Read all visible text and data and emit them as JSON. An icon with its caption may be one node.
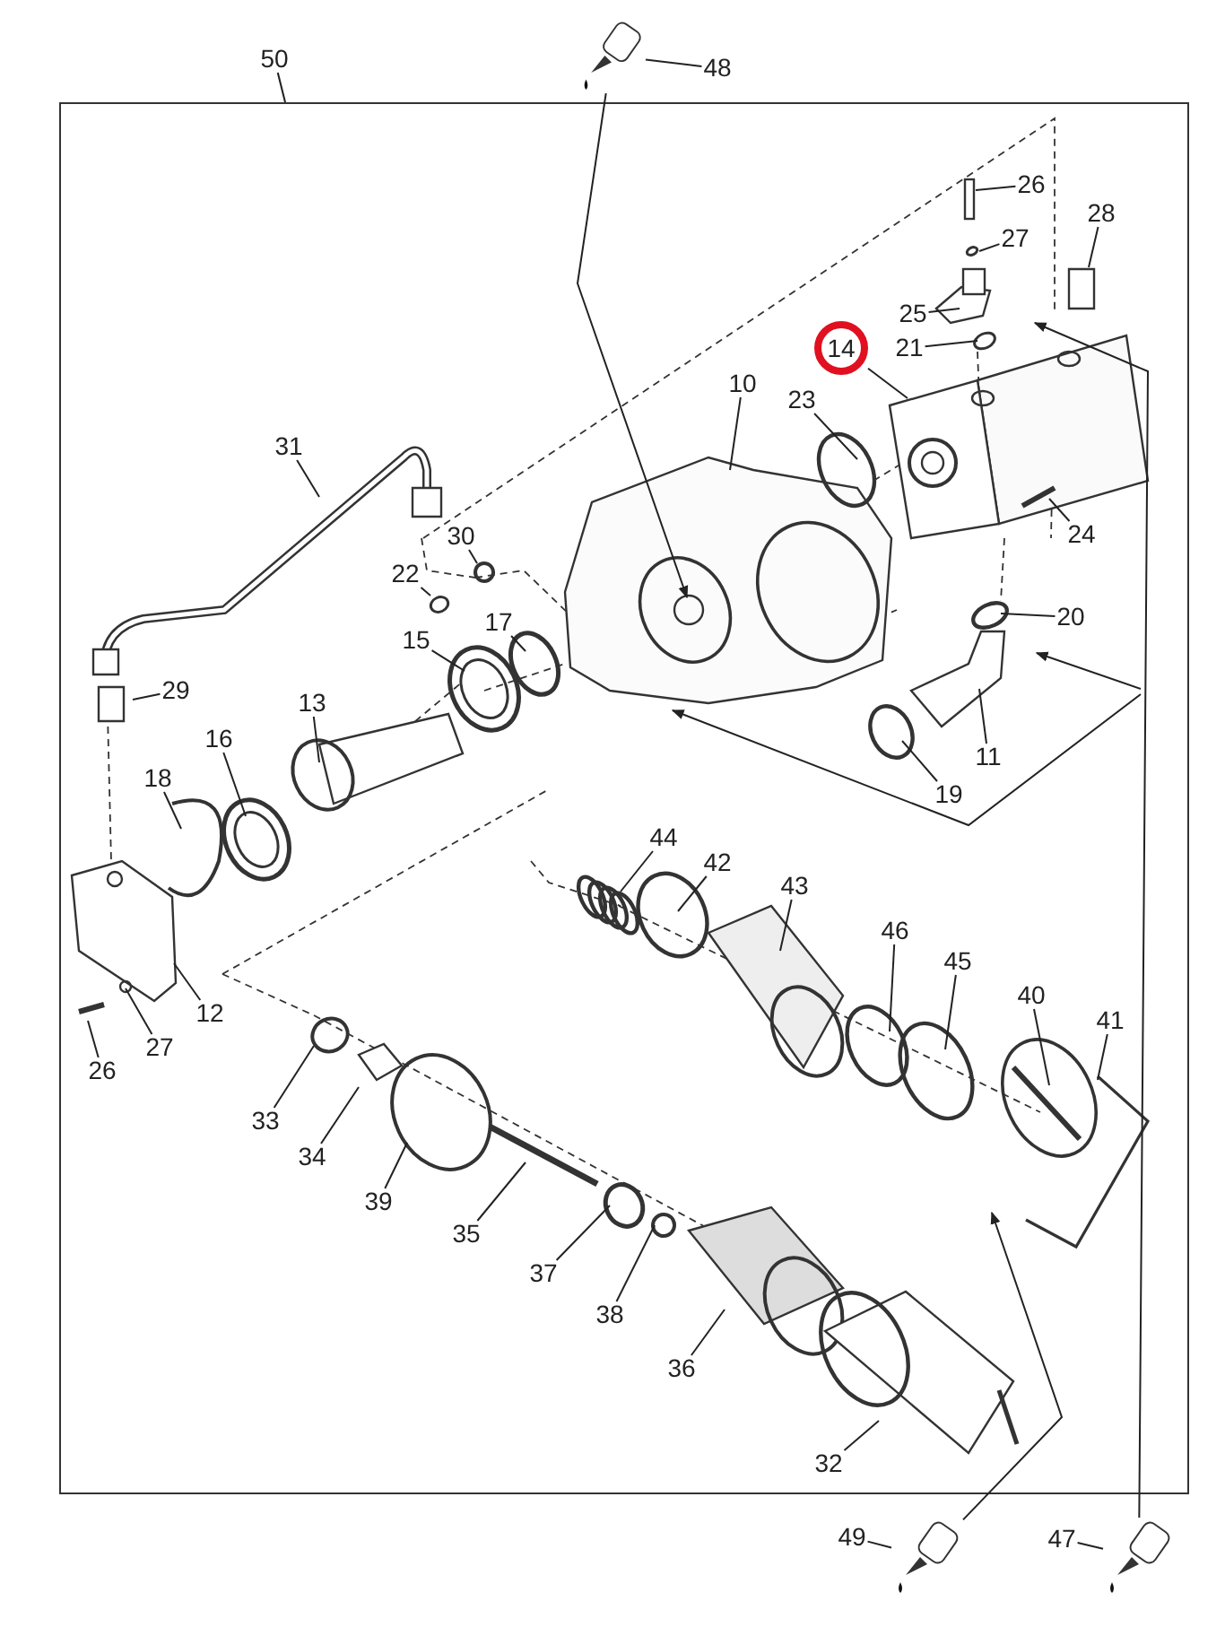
{
  "diagram": {
    "nodes": [
      {
        "text": [
          "50"
        ]
      },
      {
        "text": [],
        "shape": "box"
      },
      {
        "text": [
          "48"
        ]
      },
      {
        "text": [],
        "shape": "picture"
      },
      {
        "text": [
          "26"
        ],
        "in": 1
      },
      {
        "text": [
          "27"
        ],
        "in": 1
      },
      {
        "text": [
          "28"
        ],
        "in": 1
      },
      {
        "text": [
          "25"
        ],
        "in": 1
      },
      {
        "text": [
          "21"
        ],
        "in": 1
      },
      {
        "text": [
          "14"
        ],
        "in": 1
      },
      {
        "text": [
          "10"
        ],
        "in": 1
      },
      {
        "text": [
          "23"
        ],
        "in": 1
      },
      {
        "text": [
          "31"
        ],
        "in": 1
      },
      {
        "text": [
          "30"
        ],
        "in": 1
      },
      {
        "text": [
          "22"
        ],
        "in": 1
      },
      {
        "text": [
          "17"
        ],
        "in": 1
      },
      {
        "text": [
          "15"
        ],
        "in": 1
      },
      {
        "text": [
          "13"
        ],
        "in": 1
      },
      {
        "text": [
          "16"
        ],
        "in": 1
      },
      {
        "text": [
          "18"
        ],
        "in": 1
      },
      {
        "text": [
          "29"
        ],
        "in": 1
      },
      {
        "text": [
          "24"
        ],
        "in": 1
      },
      {
        "text": [
          "20"
        ],
        "in": 1
      },
      {
        "text": [
          "11"
        ],
        "in": 1
      },
      {
        "text": [
          "19"
        ],
        "in": 1
      },
      {
        "text": [
          "12"
        ],
        "in": 1
      },
      {
        "text": [
          "26"
        ],
        "in": 1
      },
      {
        "text": [
          "27"
        ],
        "in": 1
      },
      {
        "text": [
          "44"
        ],
        "in": 1
      },
      {
        "text": [
          "42"
        ],
        "in": 1
      },
      {
        "text": [
          "43"
        ],
        "in": 1
      },
      {
        "text": [
          "46"
        ],
        "in": 1
      },
      {
        "text": [
          "45"
        ],
        "in": 1
      },
      {
        "text": [
          "40"
        ],
        "in": 1
      },
      {
        "text": [
          "41"
        ],
        "in": 1
      },
      {
        "text": [
          "33"
        ],
        "in": 1
      },
      {
        "text": [
          "34"
        ],
        "in": 1
      },
      {
        "text": [
          "39"
        ],
        "in": 1
      },
      {
        "text": [
          "35"
        ],
        "in": 1
      },
      {
        "text": [
          "37"
        ],
        "in": 1
      },
      {
        "text": [
          "38"
        ],
        "in": 1
      },
      {
        "text": [
          "36"
        ],
        "in": 1
      },
      {
        "text": [
          "32"
        ],
        "in": 1
      },
      {
        "text": [
          "49"
        ]
      },
      {
        "text": [],
        "shape": "picture"
      },
      {
        "text": [
          "47"
        ]
      },
      {
        "text": [],
        "shape": "picture"
      }
    ],
    "edges": [
      {
        "from": 0,
        "to": 1,
        "arrow": "none"
      },
      {
        "from": 2,
        "to": 3,
        "arrow": "none"
      },
      {
        "from": 3,
        "to": null,
        "arrow": "to"
      },
      {
        "from": 4,
        "to": null,
        "arrow": "none"
      },
      {
        "from": 5,
        "to": null,
        "arrow": "none"
      },
      {
        "from": 6,
        "to": null,
        "arrow": "none"
      },
      {
        "from": 7,
        "to": null,
        "arrow": "none"
      },
      {
        "from": 8,
        "to": null,
        "arrow": "none"
      },
      {
        "from": 9,
        "to": null,
        "arrow": "none"
      },
      {
        "from": 10,
        "to": null,
        "arrow": "none"
      },
      {
        "from": 11,
        "to": null,
        "arrow": "none"
      },
      {
        "from": 12,
        "to": null,
        "arrow": "none"
      },
      {
        "from": 13,
        "to": null,
        "arrow": "none"
      },
      {
        "from": 14,
        "to": null,
        "arrow": "none"
      },
      {
        "from": 15,
        "to": null,
        "arrow": "none"
      },
      {
        "from": 16,
        "to": null,
        "arrow": "none"
      },
      {
        "from": 17,
        "to": null,
        "arrow": "none"
      },
      {
        "from": 18,
        "to": null,
        "arrow": "none"
      },
      {
        "from": 19,
        "to": null,
        "arrow": "none"
      },
      {
        "from": 20,
        "to": null,
        "arrow": "none"
      },
      {
        "from": 21,
        "to": null,
        "arrow": "none"
      },
      {
        "from": 22,
        "to": null,
        "arrow": "none"
      },
      {
        "from": 23,
        "to": null,
        "arrow": "none"
      },
      {
        "from": 24,
        "to": null,
        "arrow": "none"
      },
      {
        "from": 25,
        "to": null,
        "arrow": "none"
      },
      {
        "from": 26,
        "to": null,
        "arrow": "none"
      },
      {
        "from": 27,
        "to": null,
        "arrow": "none"
      },
      {
        "from": 28,
        "to": null,
        "arrow": "none"
      },
      {
        "from": 29,
        "to": null,
        "arrow": "none"
      },
      {
        "from": 30,
        "to": null,
        "arrow": "none"
      },
      {
        "from": 31,
        "to": null,
        "arrow": "none"
      },
      {
        "from": 32,
        "to": null,
        "arrow": "none"
      },
      {
        "from": 33,
        "to": null,
        "arrow": "none"
      },
      {
        "from": 34,
        "to": null,
        "arrow": "none"
      },
      {
        "from": 35,
        "to": null,
        "arrow": "none"
      },
      {
        "from": 36,
        "to": null,
        "arrow": "none"
      },
      {
        "from": 37,
        "to": null,
        "arrow": "none"
      },
      {
        "from": 38,
        "to": null,
        "arrow": "none"
      },
      {
        "from": 39,
        "to": null,
        "arrow": "none"
      },
      {
        "from": 40,
        "to": null,
        "arrow": "none"
      },
      {
        "from": 41,
        "to": null,
        "arrow": "none"
      },
      {
        "from": 42,
        "to": null,
        "arrow": "none"
      },
      {
        "from": 43,
        "to": 44,
        "arrow": "none"
      },
      {
        "from": 44,
        "to": null,
        "arrow": "to"
      },
      {
        "from": 45,
        "to": 46,
        "arrow": "none"
      },
      {
        "from": 46,
        "to": null,
        "arrow": "to"
      }
    ]
  }
}
